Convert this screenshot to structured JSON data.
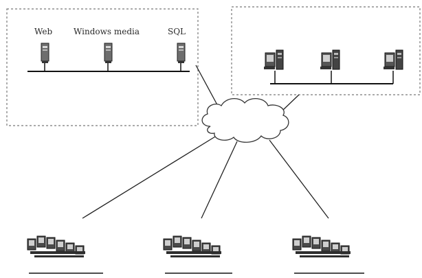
{
  "server_zone": {
    "side_label": "",
    "servers": [
      {
        "label": "Web"
      },
      {
        "label": "Windows media"
      },
      {
        "label": "SQL"
      }
    ]
  },
  "client_zone": {
    "side_label": "",
    "clients": [
      {
        "label": ""
      },
      {
        "label": ""
      },
      {
        "label": ""
      }
    ]
  },
  "network": {
    "label": ""
  },
  "sites": [
    {
      "label": ""
    },
    {
      "label": ""
    },
    {
      "label": ""
    }
  ]
}
